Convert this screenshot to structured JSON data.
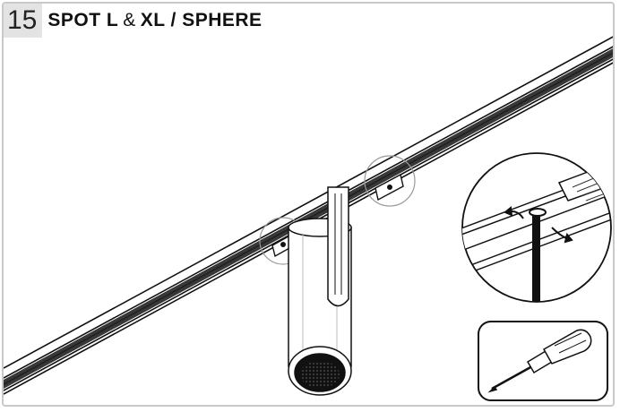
{
  "header": {
    "step_number": "15",
    "title_part1": "SPOT L",
    "title_amp": "&",
    "title_part2": "XL / SPHERE"
  },
  "icons": [
    "track-rail",
    "spot-light-fixture",
    "screw-detail-magnifier",
    "screwdriver-icon",
    "rotate-arrows-icon"
  ],
  "colors": {
    "line": "#111111",
    "frame": "#c9c9c9",
    "badge_bg": "#e3e3e3"
  }
}
